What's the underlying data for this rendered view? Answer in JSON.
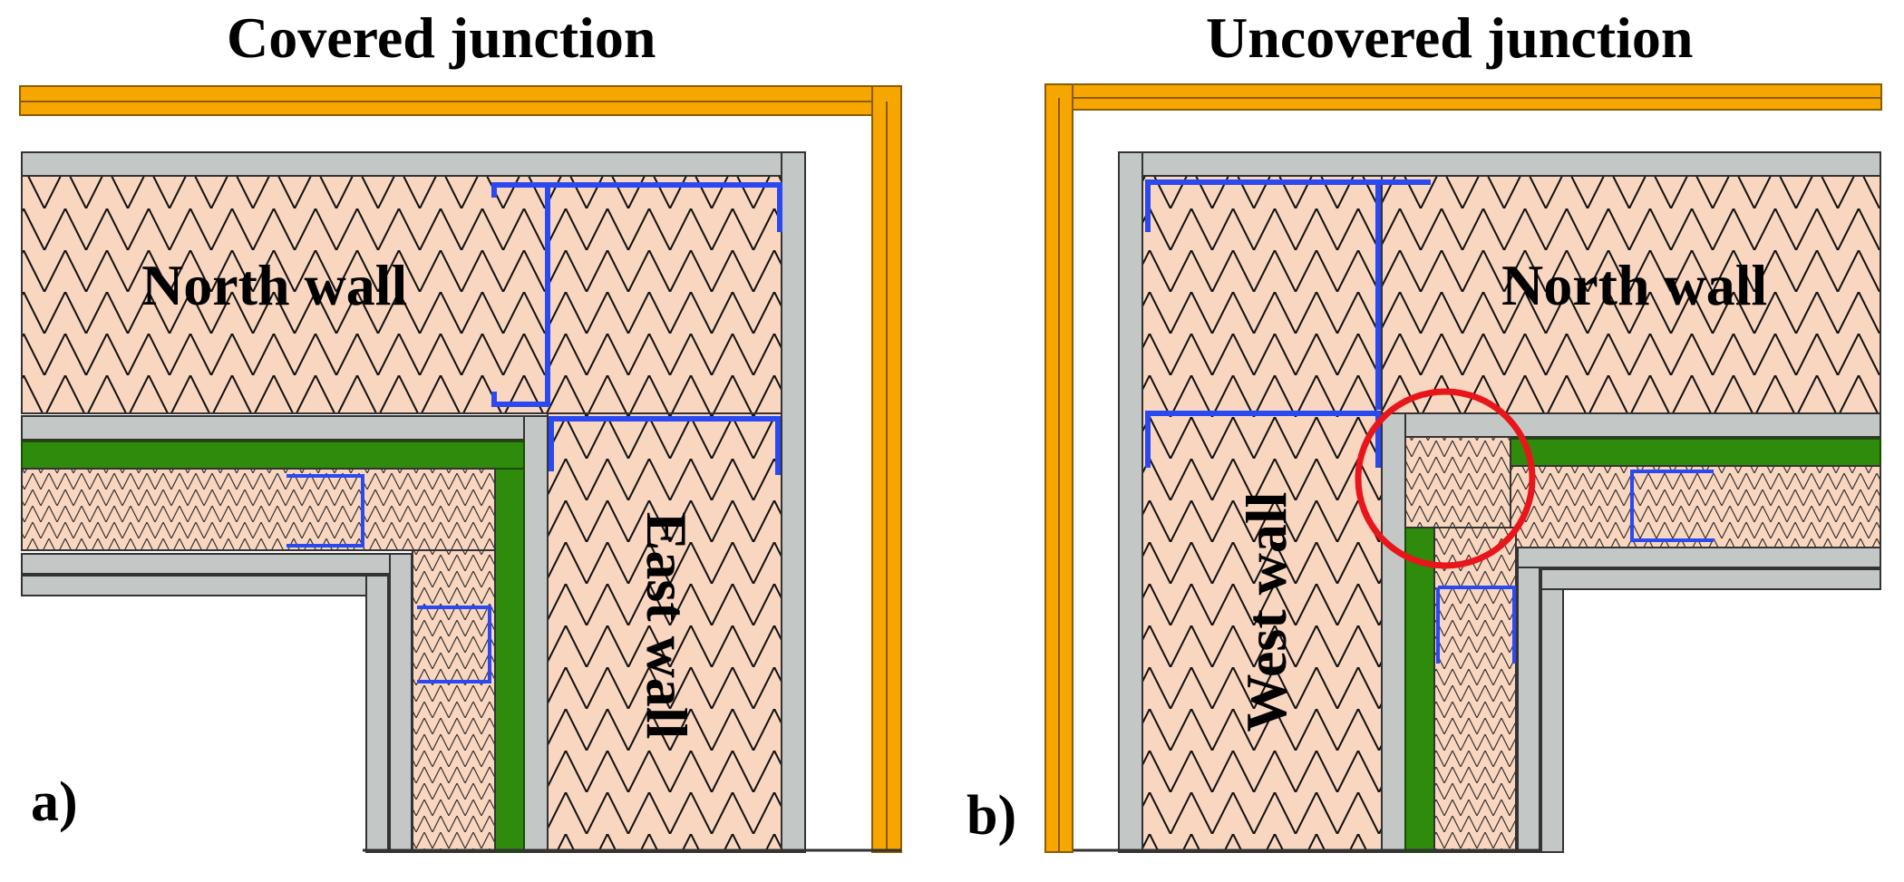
{
  "titles": {
    "left": "Covered junction",
    "right": "Uncovered junction"
  },
  "panel_labels": {
    "a": "a)",
    "b": "b)"
  },
  "wall_labels": {
    "a_north": "North wall",
    "a_east": "East wall",
    "b_north": "North wall",
    "b_west": "West wall"
  },
  "colors": {
    "cladding": "#F7A600",
    "board": "#C3C8C7",
    "insulation": "#F9D6C0",
    "membrane": "#2E8B0C",
    "stud": "#2B49F0",
    "highlight": "#E8161B"
  }
}
